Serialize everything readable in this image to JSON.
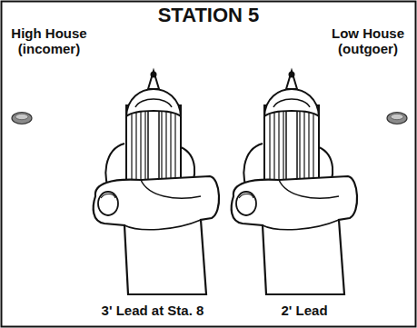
{
  "diagram": {
    "title": "STATION 5",
    "labels": [
      "High House (incomer)",
      "Low House (outgoer)",
      "3' Lead at Sta. 8",
      "2' Lead"
    ]
  }
}
